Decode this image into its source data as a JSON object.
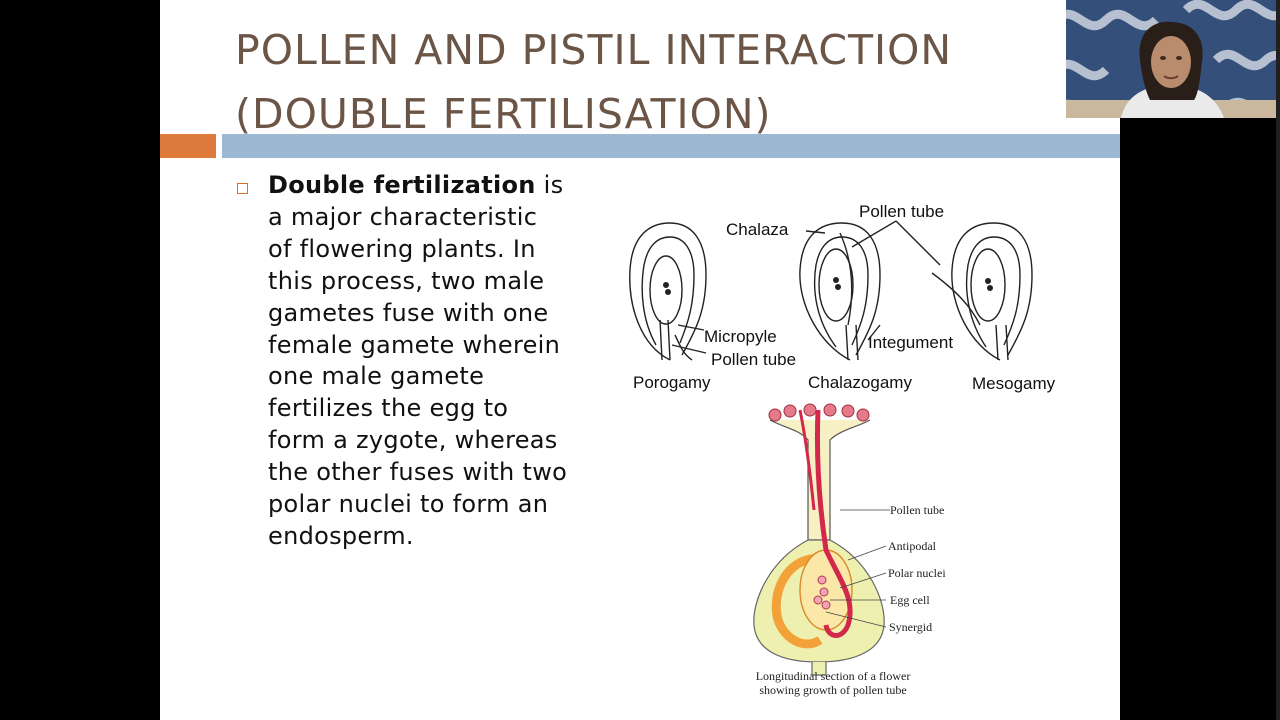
{
  "slide": {
    "title_line1": "POLLEN AND PISTIL INTERACTION",
    "title_line2": "(DOUBLE FERTILISATION)",
    "body": {
      "bold_lead": "Double fertilization",
      "text": " is a major characteristic of flowering plants. In this process, two male gametes fuse with one female gamete wherein one male gamete fertilizes the egg to form a zygote, whereas the other fuses with two polar nuclei to form an endosperm."
    },
    "colors": {
      "accent_orange": "#dd7a3c",
      "accent_blue": "#9db8d3",
      "title": "#6b5546"
    }
  },
  "ovule_diagram": {
    "labels": {
      "chalaza": "Chalaza",
      "pollen_tube_top": "Pollen tube",
      "micropyle": "Micropyle",
      "pollen_tube_bottom": "Pollen tube",
      "integument": "Integument",
      "porogamy": "Porogamy",
      "chalazogamy": "Chalazogamy",
      "mesogamy": "Mesogamy"
    }
  },
  "flower_diagram": {
    "labels": {
      "pollen_tube": "Pollen tube",
      "antipodal": "Antipodal",
      "polar_nuclei": "Polar nuclei",
      "egg_cell": "Egg cell",
      "synergid": "Synergid"
    },
    "caption_line1": "Longitudinal section of a flower",
    "caption_line2": "showing growth of pollen tube"
  },
  "webcam": {
    "icon": "presenter-video"
  }
}
